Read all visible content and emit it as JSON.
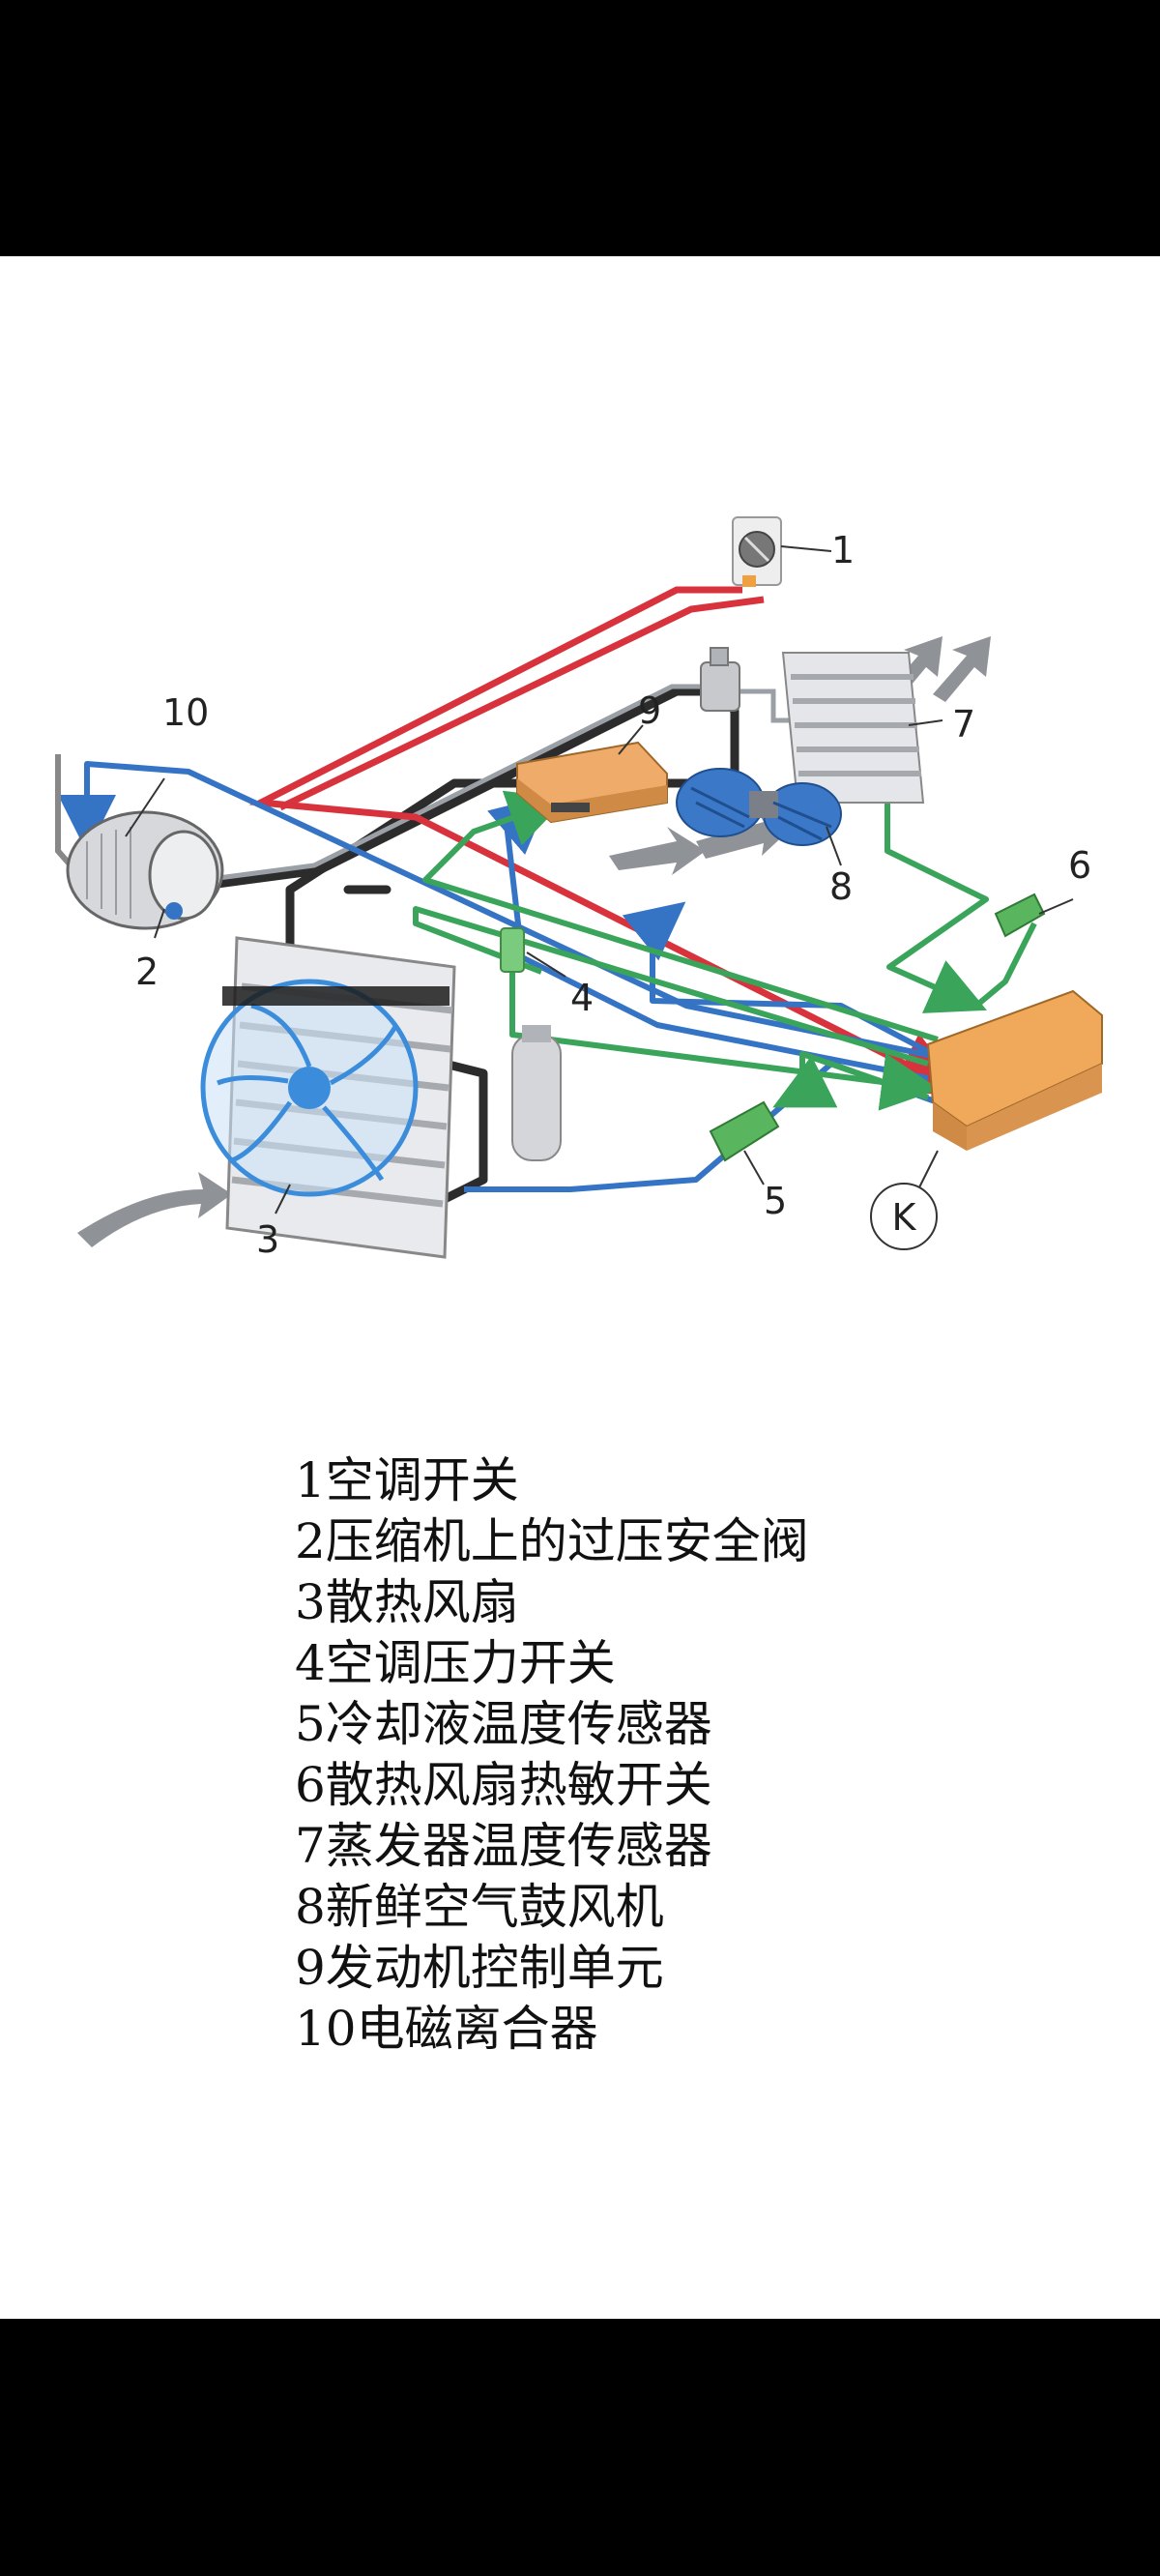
{
  "colors": {
    "red": "#d8323c",
    "blue": "#3574c4",
    "green": "#3aa55a",
    "dark_pipe": "#2c2c2c",
    "component_orange": "#efab6a",
    "silver": "#b9bcc2"
  },
  "callouts": [
    "1",
    "2",
    "3",
    "4",
    "5",
    "6",
    "7",
    "8",
    "9",
    "10",
    "K"
  ],
  "legend": [
    "1空调开关",
    "2压缩机上的过压安全阀",
    "3散热风扇",
    "4空调压力开关",
    "5冷却液温度传感器",
    "6散热风扇热敏开关",
    "7蒸发器温度传感器",
    "8新鲜空气鼓风机",
    "9发动机控制单元",
    "10电磁离合器"
  ]
}
